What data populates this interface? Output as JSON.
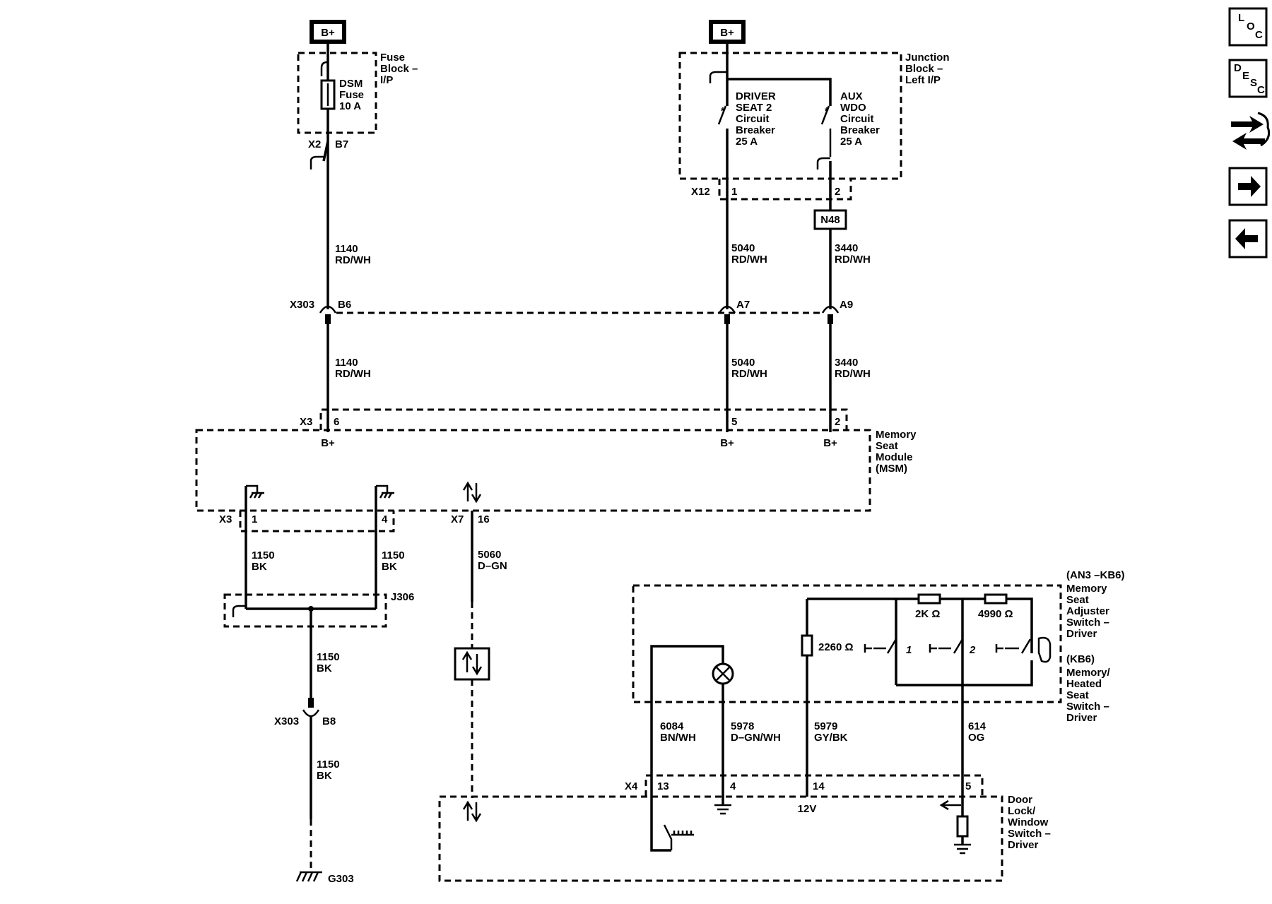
{
  "power": {
    "bplus": "B+"
  },
  "fuse_block": {
    "title": [
      "Fuse",
      "Block –",
      "I/P"
    ],
    "fuse": [
      "DSM",
      "Fuse",
      "10 A"
    ],
    "conn": "X2",
    "pin": "B7"
  },
  "junction_block": {
    "title": [
      "Junction",
      "Block –",
      "Left I/P"
    ],
    "cb1": [
      "DRIVER",
      "SEAT 2",
      "Circuit",
      "Breaker",
      "25 A"
    ],
    "cb2": [
      "AUX",
      "WDO",
      "Circuit",
      "Breaker",
      "25 A"
    ],
    "conn": "X12",
    "pin1": "1",
    "pin2": "2",
    "node": "N48"
  },
  "wires": {
    "w1140": [
      "1140",
      "RD/WH"
    ],
    "w5040": [
      "5040",
      "RD/WH"
    ],
    "w3440": [
      "3440",
      "RD/WH"
    ],
    "w1150": [
      "1150",
      "BK"
    ],
    "w5060": [
      "5060",
      "D–GN"
    ],
    "w6084": [
      "6084",
      "BN/WH"
    ],
    "w5978": [
      "5978",
      "D–GN/WH"
    ],
    "w5979": [
      "5979",
      "GY/BK"
    ],
    "w614": [
      "614",
      "OG"
    ]
  },
  "x303": {
    "conn": "X303",
    "b6": "B6",
    "a7": "A7",
    "a9": "A9",
    "b8": "B8"
  },
  "msm": {
    "title": [
      "Memory",
      "Seat",
      "Module",
      "(MSM)"
    ],
    "x3": "X3",
    "pin6": "6",
    "pin5": "5",
    "pin2": "2",
    "bplus": "B+",
    "pin1": "1",
    "pin4": "4",
    "x7": "X7",
    "pin16": "16"
  },
  "splice": {
    "id": "J306"
  },
  "ground": {
    "id": "G303"
  },
  "switch": {
    "title1": [
      "(AN3 –KB6)",
      "Memory",
      "Seat",
      "Adjuster",
      "Switch –",
      "Driver"
    ],
    "title2": [
      "(KB6)",
      "Memory/",
      "Heated",
      "Seat",
      "Switch –",
      "Driver"
    ],
    "r1": "2260 Ω",
    "r2": "2K Ω",
    "r3": "4990 Ω",
    "m1": "1",
    "m2": "2"
  },
  "door": {
    "title": [
      "Door",
      "Lock/",
      "Window",
      "Switch –",
      "Driver"
    ],
    "x4": "X4",
    "pin13": "13",
    "pin4": "4",
    "pin14": "14",
    "pin5": "5",
    "v12": "12V"
  },
  "nav": {
    "loc": [
      "L",
      "O",
      "C"
    ],
    "desc": [
      "D",
      "E",
      "S",
      "C"
    ]
  }
}
